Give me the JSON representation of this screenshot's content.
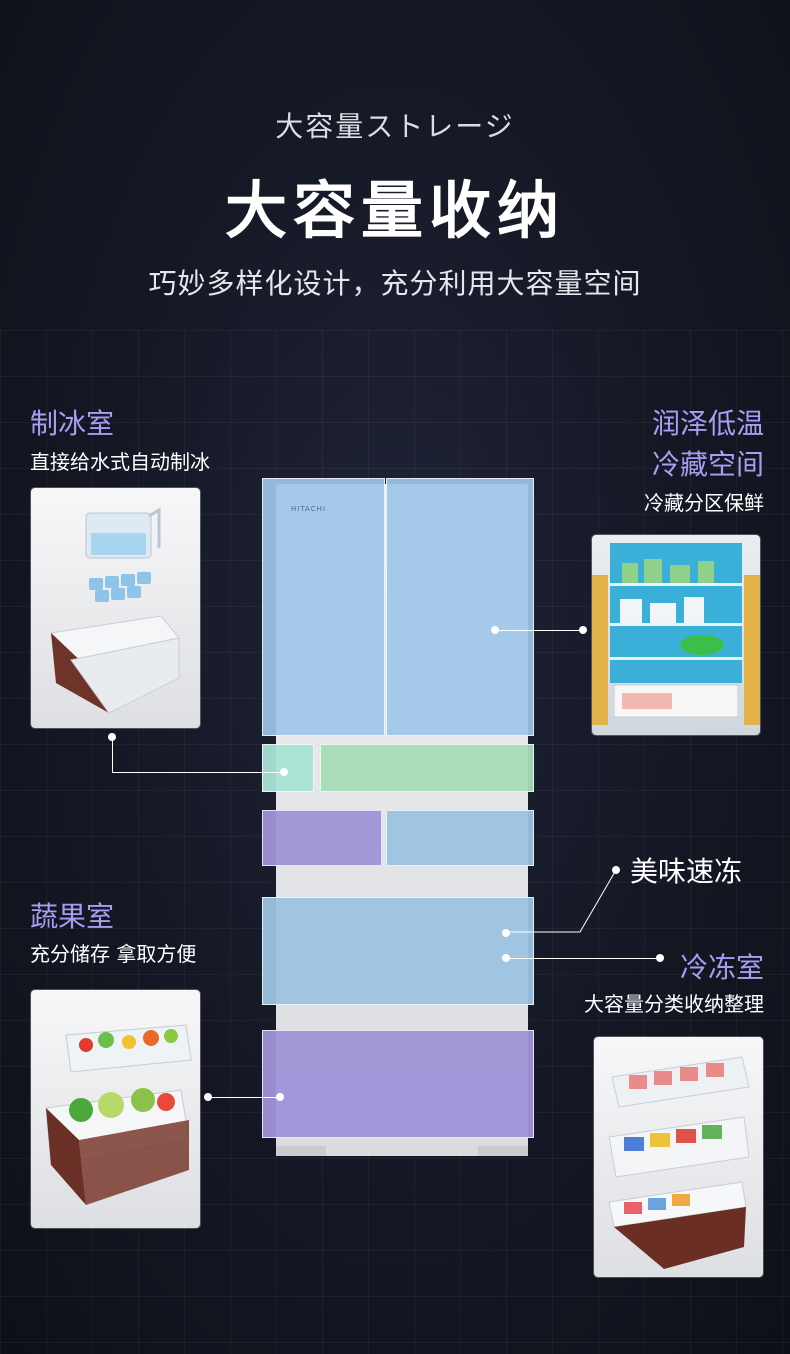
{
  "header": {
    "subtitle_jp": "大容量ストレージ",
    "title": "大容量收纳",
    "tagline": "巧妙多样化设计，充分利用大容量空间"
  },
  "features": {
    "ice": {
      "title": "制冰室",
      "desc": "直接给水式自动制冰"
    },
    "fridge": {
      "title_line1": "润泽低温",
      "title_line2": "冷藏空间",
      "desc": "冷藏分区保鲜"
    },
    "quick_freeze": {
      "title": "美味速冻"
    },
    "vegetable": {
      "title": "蔬果室",
      "desc": "充分储存 拿取方便"
    },
    "freezer": {
      "title": "冷冻室",
      "desc": "大容量分类收纳整理"
    }
  },
  "product": {
    "brand": "HITACHI"
  },
  "colors": {
    "fridge_blue": "#9ec6e8",
    "ice_teal": "#a8e3d6",
    "switch_green": "#a6dcb6",
    "purple": "#a094d8",
    "freezer_blue": "#9cc3e2",
    "accent_purple": "#a99cf3"
  }
}
